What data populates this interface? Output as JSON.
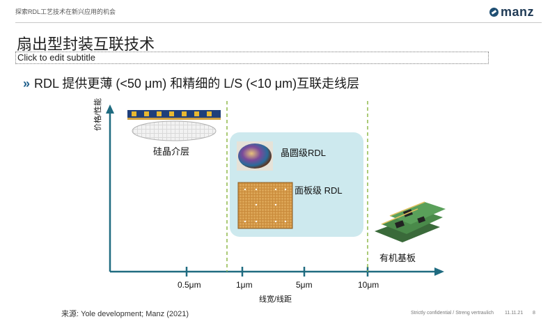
{
  "header": {
    "text": "探索RDL工艺技术在新兴应用的机会",
    "logo_text": "manz"
  },
  "slide": {
    "title": "扇出型封装互联技术",
    "subtitle_placeholder": "Click to edit subtitle",
    "bullet_mark": "»",
    "bullet": "RDL 提供更薄 (<50 μm) 和精细的 L/S (<10 μm)互联走线层"
  },
  "diagram": {
    "y_axis_label": "价格/性能",
    "x_axis_label": "线宽/线距",
    "ticks": [
      "0.5μm",
      "1μm",
      "5μm",
      "10μm"
    ],
    "labels": {
      "silicon_interposer": "硅晶介层",
      "wafer_rdl": "晶圆级RDL",
      "panel_rdl": "面板级 RDL",
      "organic_substrate": "有机基板"
    },
    "colors": {
      "axis": "#1f6b80",
      "divider": "#8fb84a",
      "panel": "#cde9ee"
    }
  },
  "footer": {
    "source": "来源: Yole development; Manz (2021)",
    "confidential": "Strictly confidential / Streng vertraulich",
    "date": "11.11.21",
    "page": "8"
  }
}
